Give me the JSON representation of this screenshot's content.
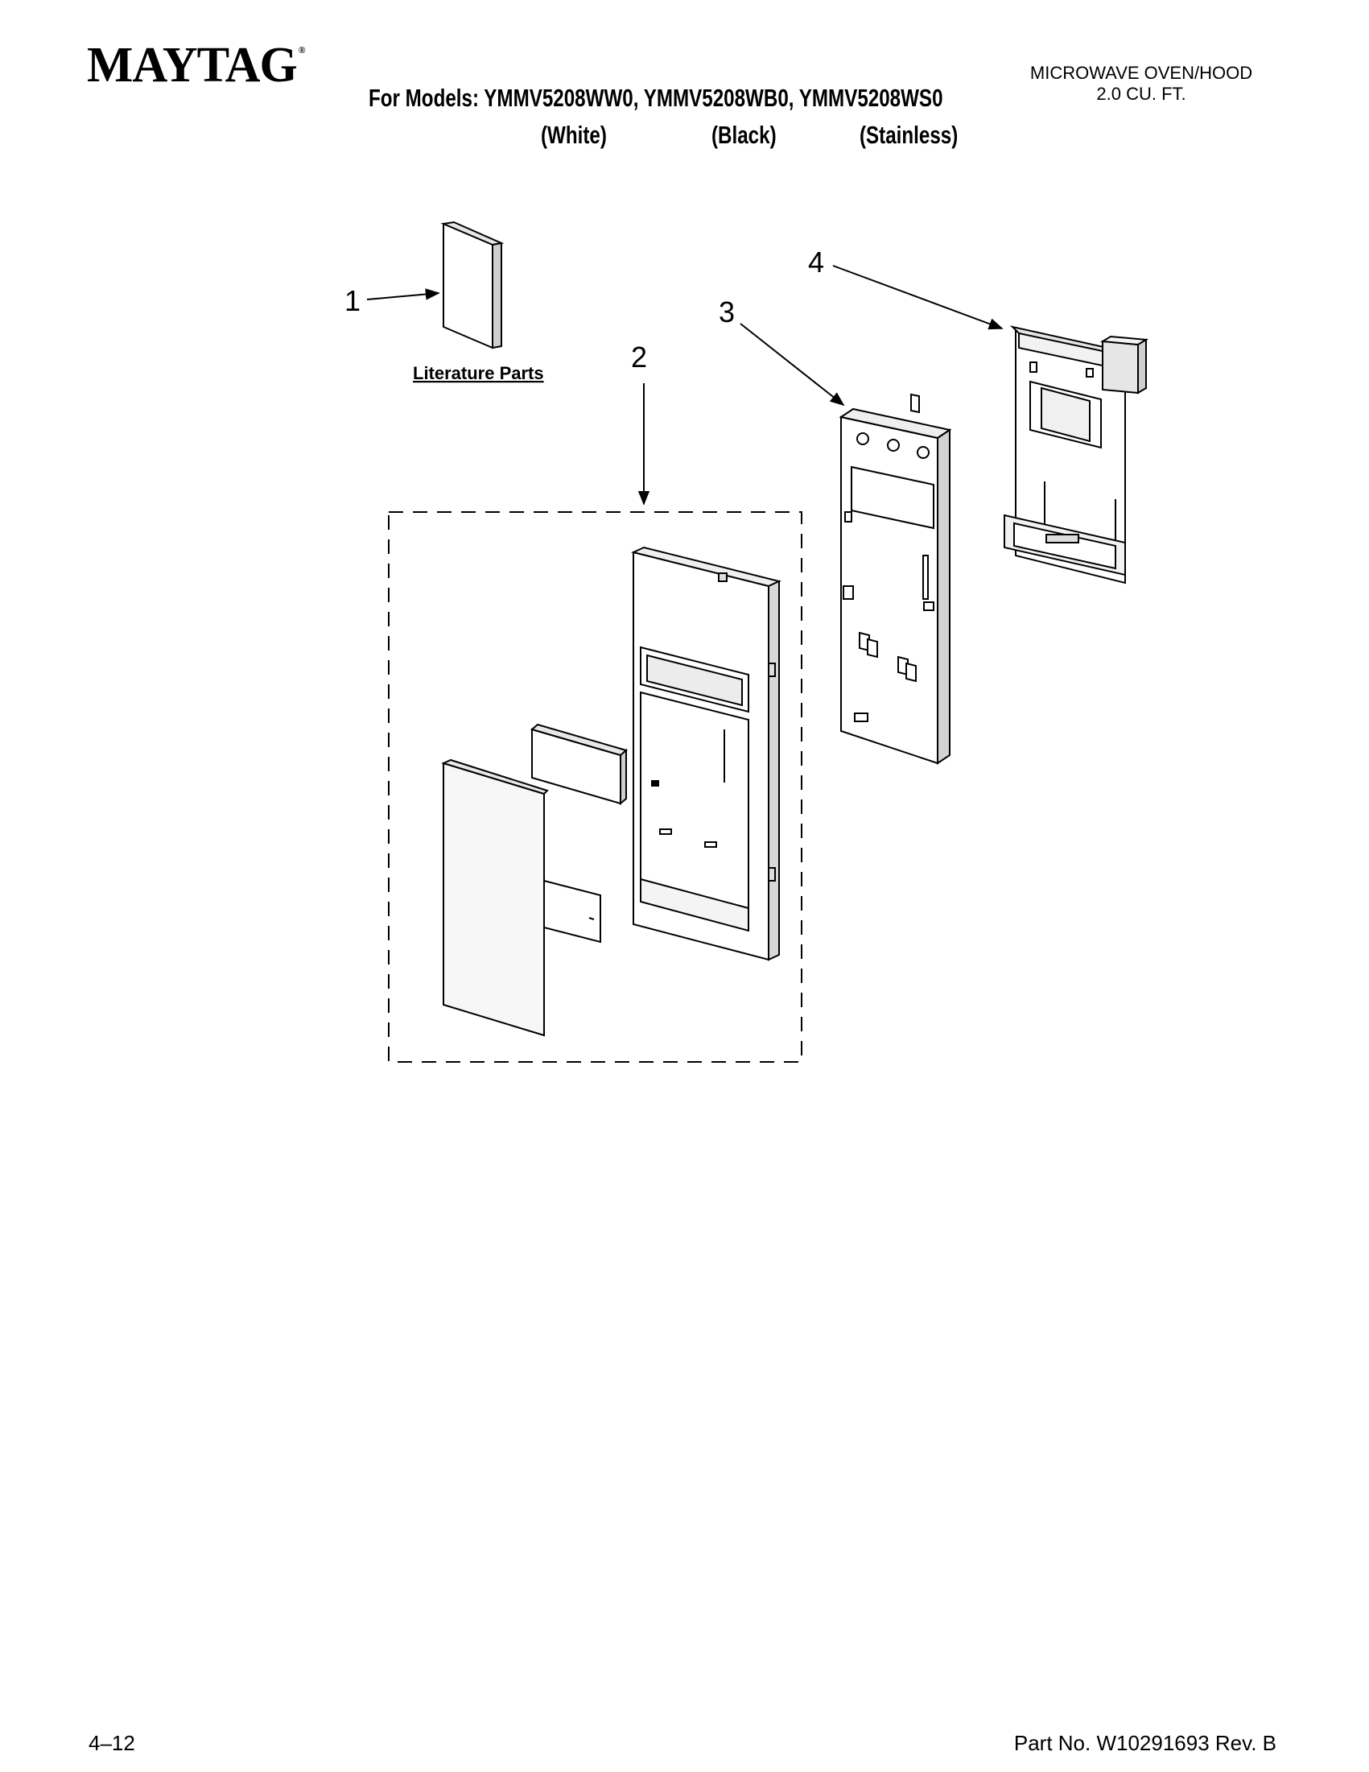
{
  "header": {
    "brand": "MAYTAG",
    "brand_mark": "®",
    "models_line": "For Models: YMMV5208WW0, YMMV5208WB0, YMMV5208WS0",
    "colors": [
      "(White)",
      "(Black)",
      "(Stainless)"
    ],
    "product_line1": "MICROWAVE OVEN/HOOD",
    "product_line2": "2.0 CU. FT."
  },
  "diagram": {
    "callouts": [
      "1",
      "2",
      "3",
      "4"
    ],
    "literature_label": "Literature Parts"
  },
  "footer": {
    "page": "4–12",
    "part_no": "Part No. W10291693 Rev. B"
  }
}
